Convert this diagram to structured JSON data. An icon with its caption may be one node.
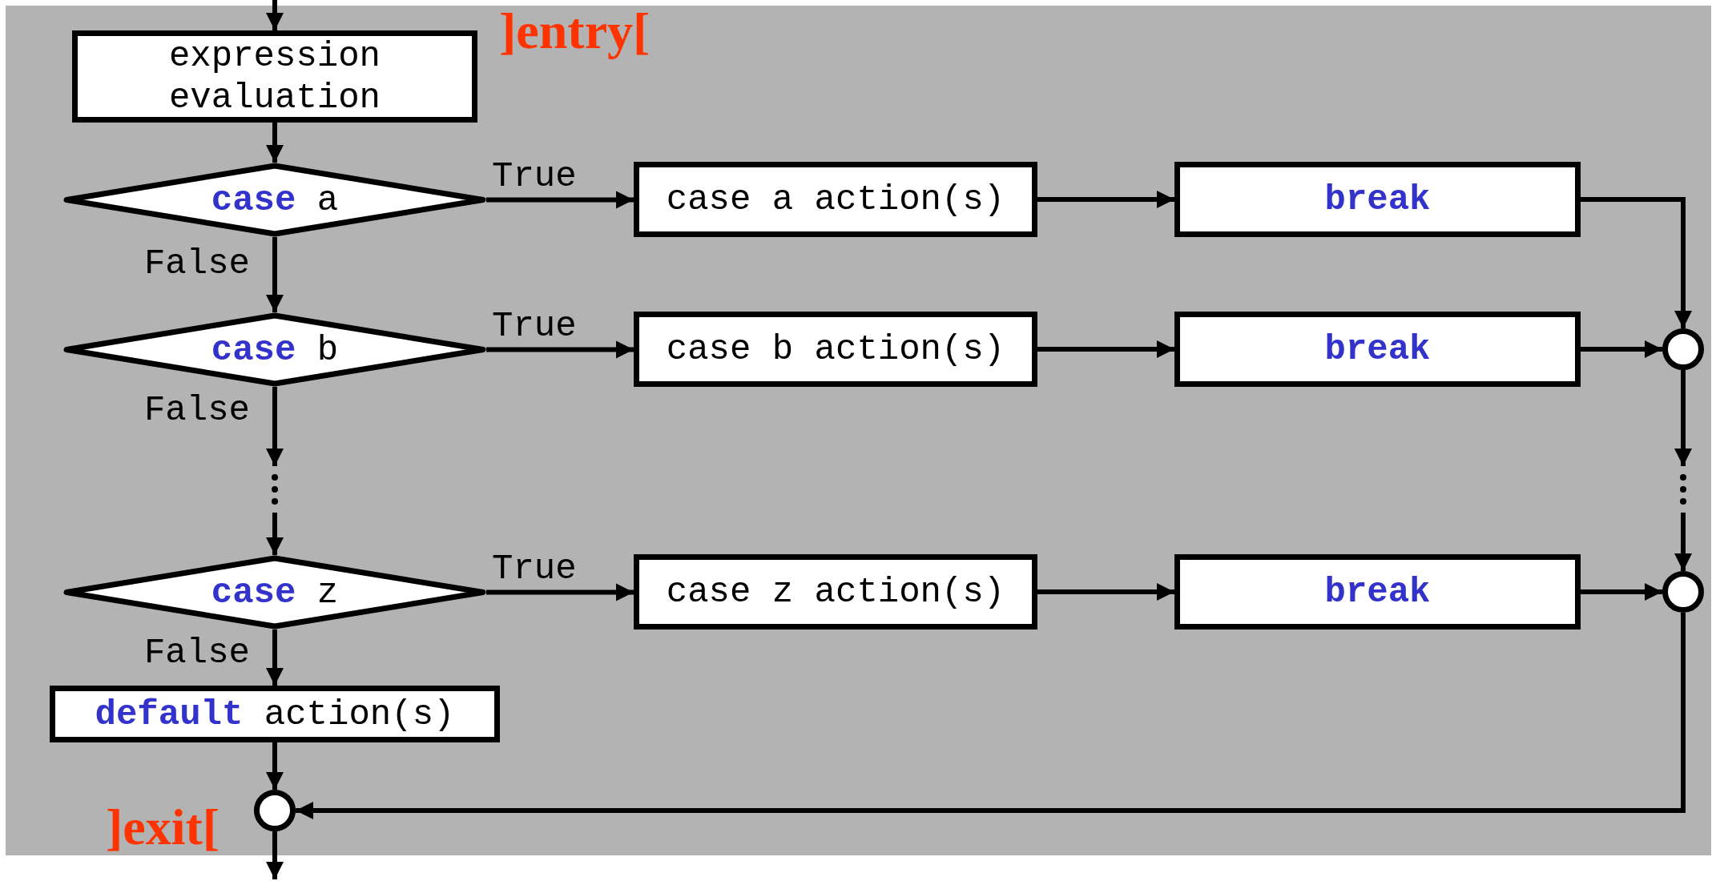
{
  "diagram": {
    "nodes": [
      {
        "text": [
          "expression evaluation"
        ]
      },
      {
        "text": [
          "**case** a"
        ]
      },
      {
        "text": [
          "**case** b"
        ]
      },
      {
        "text": [
          "**case** z"
        ]
      },
      {
        "text": [
          "**default** action(s)"
        ]
      },
      {
        "text": [],
        "shape": "circle"
      },
      {
        "text": [
          "case a action(s)"
        ]
      },
      {
        "text": [
          "case b action(s)"
        ]
      },
      {
        "text": [
          "case z action(s)"
        ]
      },
      {
        "text": [
          "break"
        ]
      },
      {
        "text": [
          "break"
        ]
      },
      {
        "text": [
          "break"
        ]
      },
      {
        "text": [],
        "shape": "circle"
      },
      {
        "text": [],
        "shape": "circle"
      }
    ],
    "edges": [
      {
        "from": null,
        "to": 0,
        "arrow": "to"
      },
      {
        "from": 0,
        "to": 1,
        "arrow": "to"
      },
      {
        "from": 1,
        "to": 6,
        "arrow": "to",
        "label": "True"
      },
      {
        "from": 1,
        "to": 2,
        "arrow": "to",
        "label": "False"
      },
      {
        "from": 2,
        "to": 7,
        "arrow": "to",
        "label": "True"
      },
      {
        "from": 2,
        "to": null,
        "arrow": "to",
        "label": "False"
      },
      {
        "from": null,
        "to": 3,
        "arrow": "to"
      },
      {
        "from": 3,
        "to": 8,
        "arrow": "to",
        "label": "True"
      },
      {
        "from": 3,
        "to": 4,
        "arrow": "to",
        "label": "False"
      },
      {
        "from": 4,
        "to": 5,
        "arrow": "to"
      },
      {
        "from": 6,
        "to": 9,
        "arrow": "to"
      },
      {
        "from": 7,
        "to": 10,
        "arrow": "to"
      },
      {
        "from": 8,
        "to": 11,
        "arrow": "to"
      },
      {
        "from": 9,
        "to": 12,
        "arrow": "to"
      },
      {
        "from": 10,
        "to": 12,
        "arrow": "to"
      },
      {
        "from": 12,
        "to": null,
        "arrow": "to"
      },
      {
        "from": null,
        "to": 13,
        "arrow": "to"
      },
      {
        "from": 11,
        "to": 13,
        "arrow": "to"
      },
      {
        "from": 13,
        "to": 5,
        "arrow": "to"
      },
      {
        "from": 5,
        "to": null,
        "arrow": "to"
      }
    ],
    "labels": [
      "]entry[",
      "]exit["
    ]
  }
}
